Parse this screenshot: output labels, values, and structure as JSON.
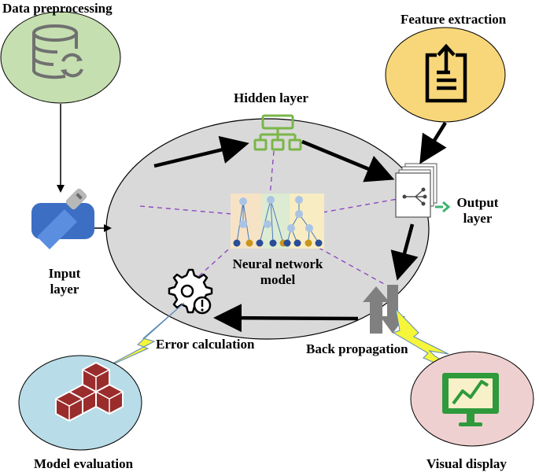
{
  "labels": {
    "data_preprocessing": "Data preprocessing",
    "feature_extraction": "Feature extraction",
    "hidden_layer": "Hidden layer",
    "input_layer_1": "Input",
    "input_layer_2": "layer",
    "output_layer_1": "Output",
    "output_layer_2": "layer",
    "nn_model_1": "Neural network",
    "nn_model_2": "model",
    "error_calculation": "Error calculation",
    "back_propagation": "Back propagation",
    "model_evaluation": "Model evaluation",
    "visual_display": "Visual display"
  },
  "colors": {
    "main_ellipse_fill": "#d9d9d9",
    "preprocessing_fill": "#c5dfb0",
    "feature_fill": "#f8d77a",
    "evaluation_fill": "#b8dce8",
    "display_fill": "#efd0d0",
    "hidden_icon": "#7ab648",
    "input_icon": "#3c78c8",
    "cube_red": "#9b2c2c",
    "monitor_green": "#2e9a3c",
    "lightning": "#f5f53a",
    "dashed_line": "#8a3fc0",
    "arrow_gray": "#808080",
    "output_arrow": "#3cb371"
  },
  "icons": {
    "preprocessing": "database-refresh-icon",
    "feature": "clipboard-upload-icon",
    "hidden": "hierarchy-icon",
    "input": "usb-drive-icon",
    "output": "stacked-pages-share-icon",
    "error": "gear-alert-icon",
    "backprop": "up-down-arrows-icon",
    "evaluation": "cubes-icon",
    "display": "monitor-chart-icon"
  }
}
